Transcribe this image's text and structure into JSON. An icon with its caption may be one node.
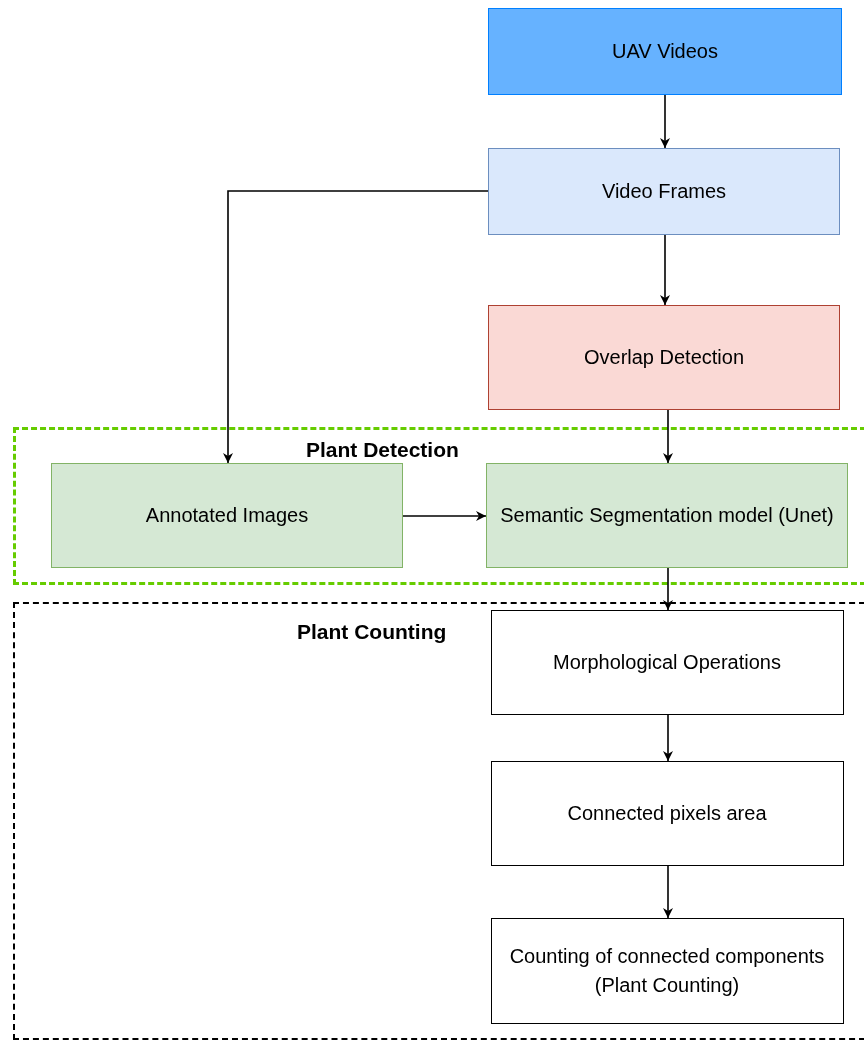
{
  "diagram": {
    "nodes": [
      {
        "text": [
          "UAV Videos"
        ]
      },
      {
        "text": [
          "Video Frames"
        ]
      },
      {
        "text": [
          "Overlap Detection"
        ]
      },
      {
        "text": [
          "Plant Detection"
        ]
      },
      {
        "text": [
          "Annotated Images"
        ],
        "in": 3
      },
      {
        "text": [
          "Semantic Segmentation model (Unet)"
        ],
        "in": 3
      },
      {
        "text": [
          "Plant Counting"
        ]
      },
      {
        "text": [
          "Morphological Operations"
        ],
        "in": 6
      },
      {
        "text": [
          "Connected pixels area"
        ],
        "in": 6
      },
      {
        "text": [
          "Counting of connected components (Plant Counting)"
        ],
        "in": 6
      }
    ],
    "edges": [
      {
        "from": 0,
        "to": 1,
        "arrow": "to"
      },
      {
        "from": 1,
        "to": 2,
        "arrow": "to"
      },
      {
        "from": 1,
        "to": 4,
        "arrow": "to"
      },
      {
        "from": 2,
        "to": 5,
        "arrow": "to"
      },
      {
        "from": 4,
        "to": 5,
        "arrow": "to"
      },
      {
        "from": 5,
        "to": 7,
        "arrow": "to"
      },
      {
        "from": 7,
        "to": 8,
        "arrow": "to"
      },
      {
        "from": 8,
        "to": 9,
        "arrow": "to"
      }
    ]
  }
}
